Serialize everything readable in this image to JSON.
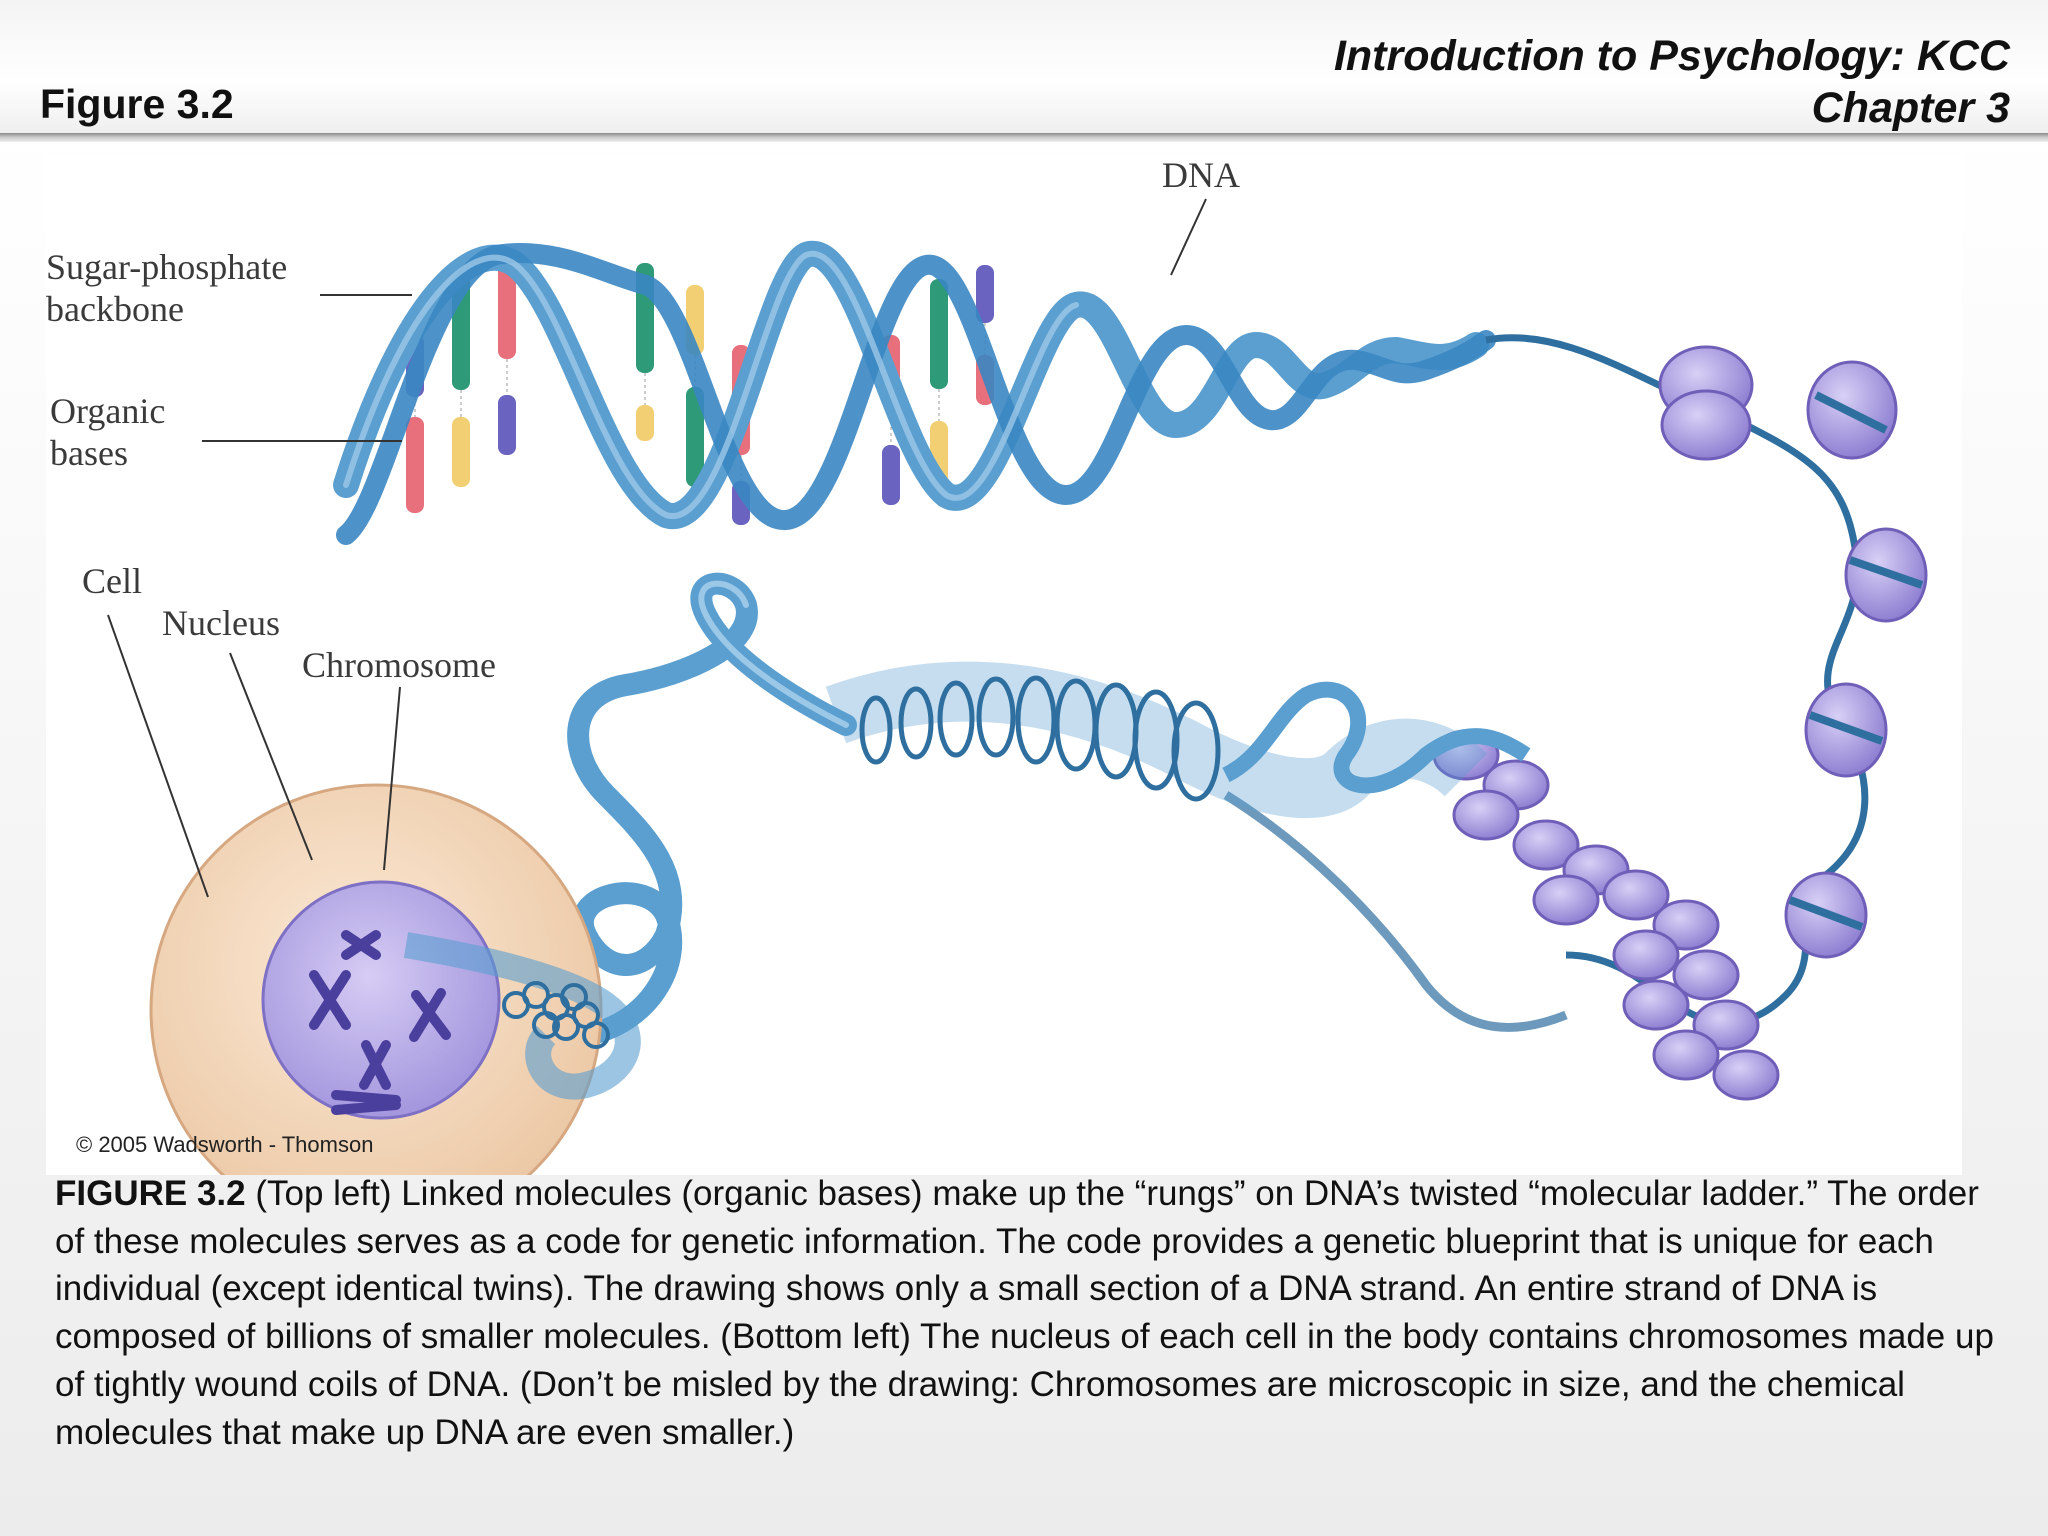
{
  "header": {
    "figure_label": "Figure 3.2",
    "course_title": "Introduction to Psychology: KCC",
    "chapter": "Chapter 3"
  },
  "diagram": {
    "labels": {
      "dna": "DNA",
      "backbone_line1": "Sugar-phosphate",
      "backbone_line2": "backbone",
      "bases_line1": "Organic",
      "bases_line2": "bases",
      "cell": "Cell",
      "nucleus": "Nucleus",
      "chromosome": "Chromosome"
    },
    "credit": "© 2005 Wadsworth - Thomson",
    "colors": {
      "dna_ribbon": "#5a9fd0",
      "dna_ribbon_dark": "#2f6f9f",
      "histone": "#a89ae0",
      "histone_dark": "#6f5fb8",
      "cell_cytoplasm": "#f6dcc2",
      "nucleus": "#b8ace8",
      "base_red": "#e8707c",
      "base_green": "#2e9a78",
      "base_yellow": "#f2cf72",
      "base_blue": "#6a64c0"
    }
  },
  "caption": {
    "lead": "FIGURE 3.2",
    "body": " (Top left) Linked molecules (organic bases) make up the “rungs” on DNA’s twisted “molecular ladder.” The order of these molecules serves as a code for genetic information. The code provides a genetic blueprint that is unique for each individual (except identical twins). The drawing shows only a small section of a DNA strand. An entire strand of DNA is composed of billions of smaller molecules. (Bottom left) The nucleus of each cell in the body contains chromosomes made up of tightly wound coils of DNA. (Don’t be misled by the drawing: Chromosomes are microscopic in size, and the chemical molecules that make up DNA are even smaller.)"
  }
}
